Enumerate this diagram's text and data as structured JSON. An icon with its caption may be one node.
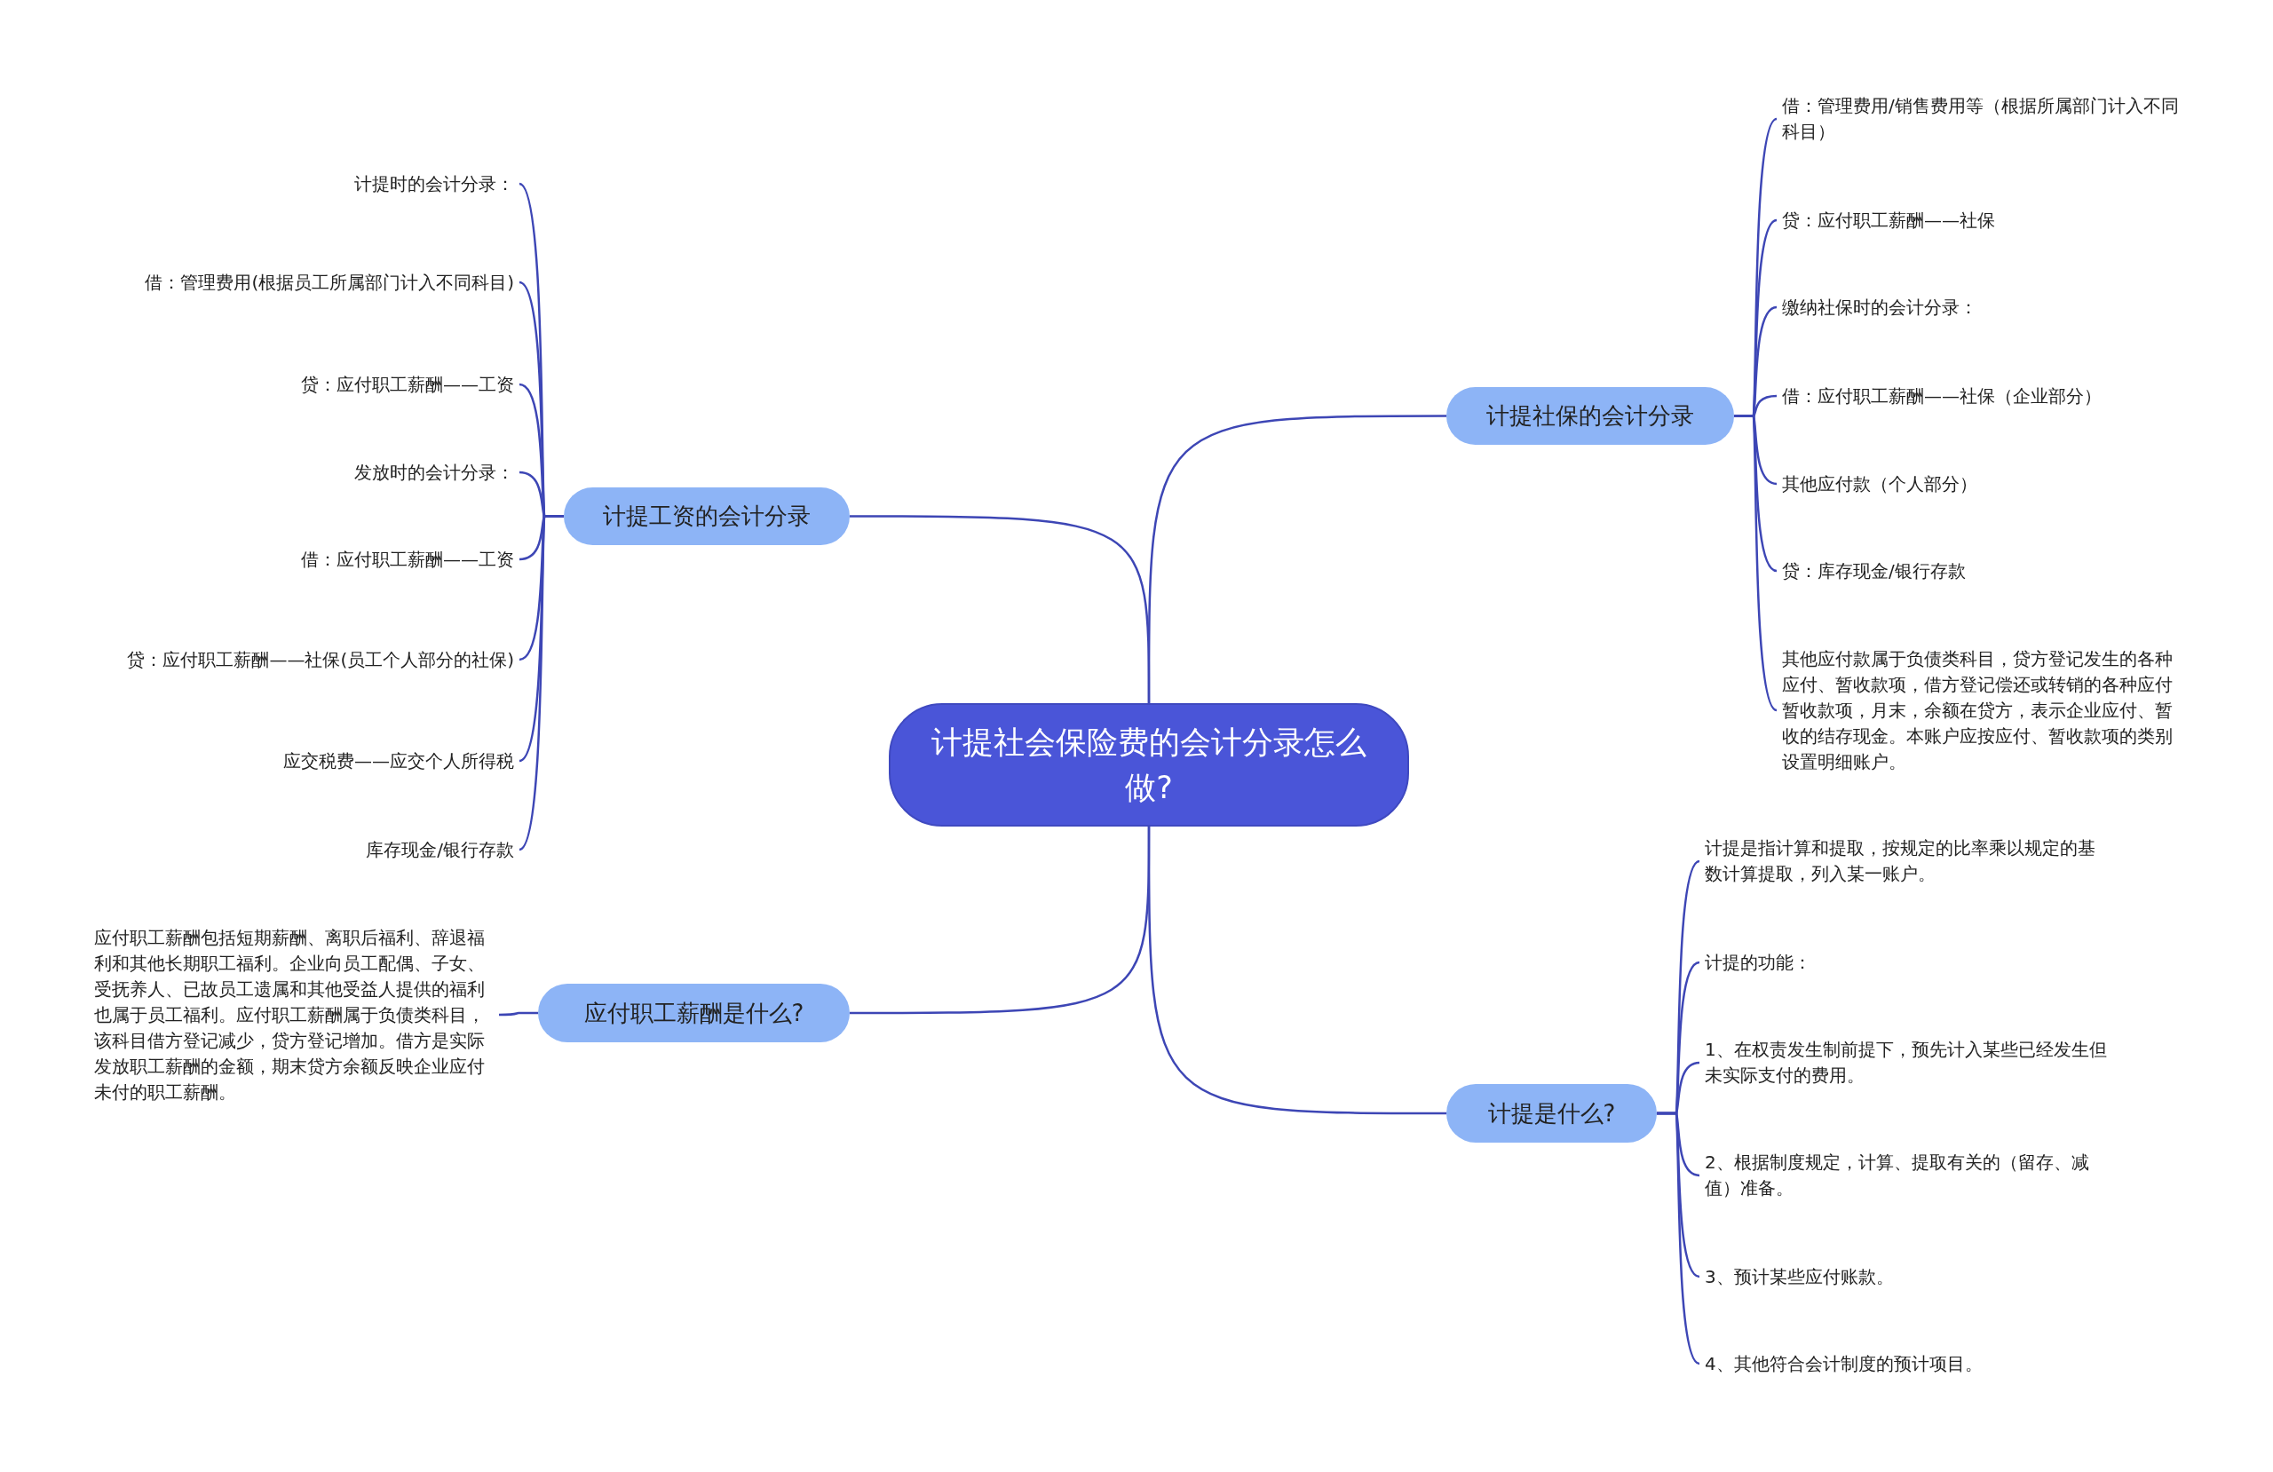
{
  "diagram": {
    "nodes": [
      {
        "text": [
          "计提社会保险费的会计分录怎么做?"
        ]
      },
      {
        "text": [
          "计提社保的会计分录"
        ]
      },
      {
        "text": [
          "计提工资的会计分录"
        ]
      },
      {
        "text": [
          "应付职工薪酬是什么?"
        ]
      },
      {
        "text": [
          "计提是什么?"
        ]
      },
      {
        "text": [
          "借：管理费用/销售费用等（根据所属部门计入不同科目）"
        ]
      },
      {
        "text": [
          "贷：应付职工薪酬——社保"
        ]
      },
      {
        "text": [
          "缴纳社保时的会计分录："
        ]
      },
      {
        "text": [
          "借：应付职工薪酬——社保（企业部分）"
        ]
      },
      {
        "text": [
          "其他应付款（个人部分）"
        ]
      },
      {
        "text": [
          "贷：库存现金/银行存款"
        ]
      },
      {
        "text": [
          "其他应付款属于负债类科目，贷方登记发生的各种应付、暂收款项，借方登记偿还或转销的各种应付暂收款项，月末，余额在贷方，表示企业应付、暂收的结存现金。本账户应按应付、暂收款项的类别设置明细账户。"
        ]
      },
      {
        "text": [
          "计提时的会计分录："
        ]
      },
      {
        "text": [
          "借：管理费用(根据员工所属部门计入不同科目)"
        ]
      },
      {
        "text": [
          "贷：应付职工薪酬——工资"
        ]
      },
      {
        "text": [
          "发放时的会计分录："
        ]
      },
      {
        "text": [
          "借：应付职工薪酬——工资"
        ]
      },
      {
        "text": [
          "贷：应付职工薪酬——社保(员工个人部分的社保)"
        ]
      },
      {
        "text": [
          "应交税费——应交个人所得税"
        ]
      },
      {
        "text": [
          "库存现金/银行存款"
        ]
      },
      {
        "text": [
          "应付职工薪酬包括短期薪酬、离职后福利、辞退福利和其他长期职工福利。企业向员工配偶、子女、受抚养人、已故员工遗属和其他受益人提供的福利也属于员工福利。应付职工薪酬属于负债类科目，该科目借方登记减少，贷方登记增加。借方是实际发放职工薪酬的金额，期末贷方余额反映企业应付未付的职工薪酬。"
        ]
      },
      {
        "text": [
          "计提是指计算和提取，按规定的比率乘以规定的基数计算提取，列入某一账户。"
        ]
      },
      {
        "text": [
          "计提的功能："
        ]
      },
      {
        "text": [
          "1、在权责发生制前提下，预先计入某些已经发生但未实际支付的费用。"
        ]
      },
      {
        "text": [
          "2、根据制度规定，计算、提取有关的（留存、减值）准备。"
        ]
      },
      {
        "text": [
          "3、预计某些应付账款。"
        ]
      },
      {
        "text": [
          "4、其他符合会计制度的预计项目。"
        ]
      }
    ],
    "edges": [
      {
        "from": 0,
        "to": 1,
        "arrow": "none"
      },
      {
        "from": 0,
        "to": 2,
        "arrow": "none"
      },
      {
        "from": 0,
        "to": 3,
        "arrow": "none"
      },
      {
        "from": 0,
        "to": 4,
        "arrow": "none"
      },
      {
        "from": 1,
        "to": 5,
        "arrow": "none"
      },
      {
        "from": 1,
        "to": 6,
        "arrow": "none"
      },
      {
        "from": 1,
        "to": 7,
        "arrow": "none"
      },
      {
        "from": 1,
        "to": 8,
        "arrow": "none"
      },
      {
        "from": 1,
        "to": 9,
        "arrow": "none"
      },
      {
        "from": 1,
        "to": 10,
        "arrow": "none"
      },
      {
        "from": 1,
        "to": 11,
        "arrow": "none"
      },
      {
        "from": 2,
        "to": 12,
        "arrow": "none"
      },
      {
        "from": 2,
        "to": 13,
        "arrow": "none"
      },
      {
        "from": 2,
        "to": 14,
        "arrow": "none"
      },
      {
        "from": 2,
        "to": 15,
        "arrow": "none"
      },
      {
        "from": 2,
        "to": 16,
        "arrow": "none"
      },
      {
        "from": 2,
        "to": 17,
        "arrow": "none"
      },
      {
        "from": 2,
        "to": 18,
        "arrow": "none"
      },
      {
        "from": 2,
        "to": 19,
        "arrow": "none"
      },
      {
        "from": 3,
        "to": 20,
        "arrow": "none"
      },
      {
        "from": 4,
        "to": 21,
        "arrow": "none"
      },
      {
        "from": 4,
        "to": 22,
        "arrow": "none"
      },
      {
        "from": 4,
        "to": 23,
        "arrow": "none"
      },
      {
        "from": 4,
        "to": 24,
        "arrow": "none"
      },
      {
        "from": 4,
        "to": 25,
        "arrow": "none"
      },
      {
        "from": 4,
        "to": 26,
        "arrow": "none"
      }
    ]
  }
}
